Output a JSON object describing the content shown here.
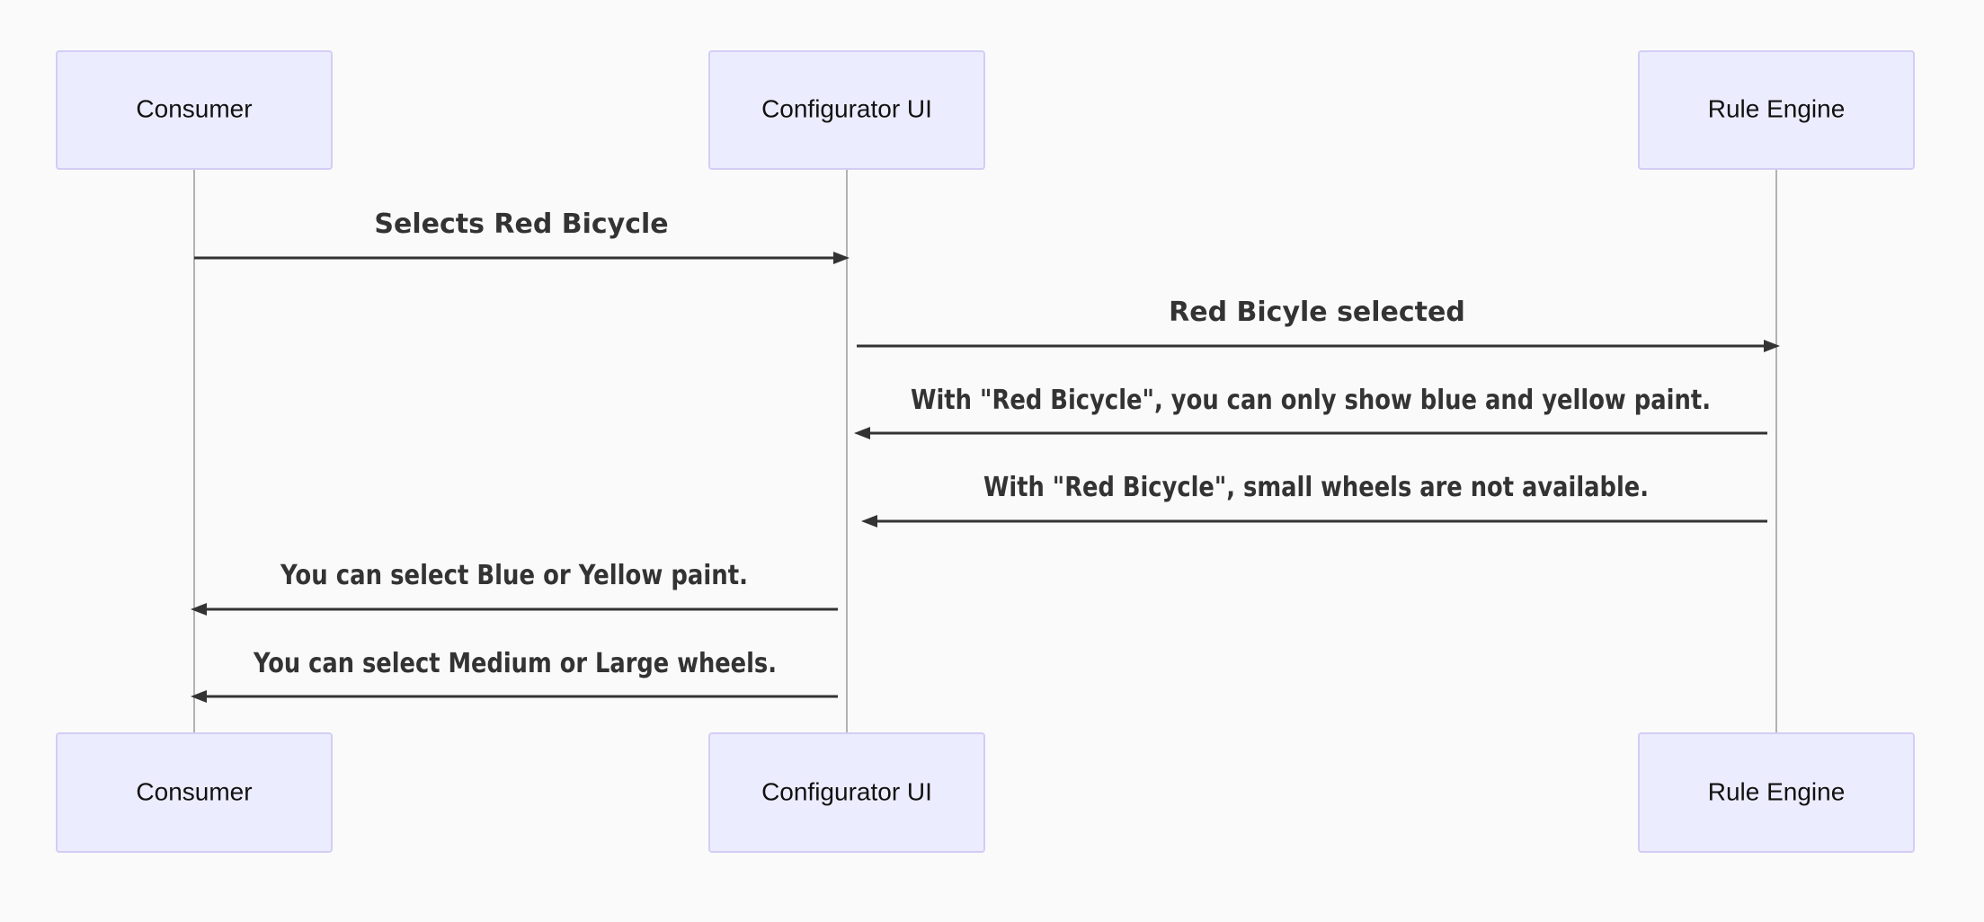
{
  "participants": [
    {
      "id": "consumer",
      "label": "Consumer"
    },
    {
      "id": "configurator",
      "label": "Configurator UI"
    },
    {
      "id": "rules",
      "label": "Rule Engine"
    }
  ],
  "messages": [
    {
      "from": "consumer",
      "to": "configurator",
      "text": "Selects Red Bicycle"
    },
    {
      "from": "configurator",
      "to": "rules",
      "text": "Red Bicyle selected"
    },
    {
      "from": "rules",
      "to": "configurator",
      "text": "With \"Red Bicycle\", you can only show blue and yellow paint."
    },
    {
      "from": "rules",
      "to": "configurator",
      "text": "With \"Red Bicycle\", small wheels are not available."
    },
    {
      "from": "configurator",
      "to": "consumer",
      "text": "You can select Blue or Yellow paint."
    },
    {
      "from": "configurator",
      "to": "consumer",
      "text": "You can select Medium or Large wheels."
    }
  ],
  "colors": {
    "background": "#fafafa",
    "actor_fill": "#ececff",
    "actor_border": "#d3cdf5",
    "line": "#333333",
    "lifeline": "#999999"
  }
}
